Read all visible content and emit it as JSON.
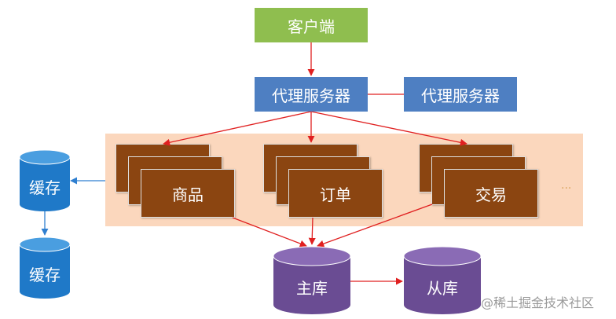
{
  "client": {
    "label": "客户端"
  },
  "proxies": [
    {
      "label": "代理服务器"
    },
    {
      "label": "代理服务器"
    }
  ],
  "services": [
    {
      "label": "商品"
    },
    {
      "label": "订单"
    },
    {
      "label": "交易"
    }
  ],
  "services_more": "...",
  "caches": [
    {
      "label": "缓存"
    },
    {
      "label": "缓存"
    }
  ],
  "databases": {
    "master": {
      "label": "主库"
    },
    "slave": {
      "label": "从库"
    }
  },
  "watermark": "@稀土掘金技术社区",
  "colors": {
    "client": "#8fbe4f",
    "proxy": "#4e7fc2",
    "service": "#8b4511",
    "service_area": "#fbd7bd",
    "cache": "#1f79c8",
    "database": "#6a4c93",
    "arrow_red": "#e02020",
    "arrow_blue": "#2f7fd0"
  }
}
